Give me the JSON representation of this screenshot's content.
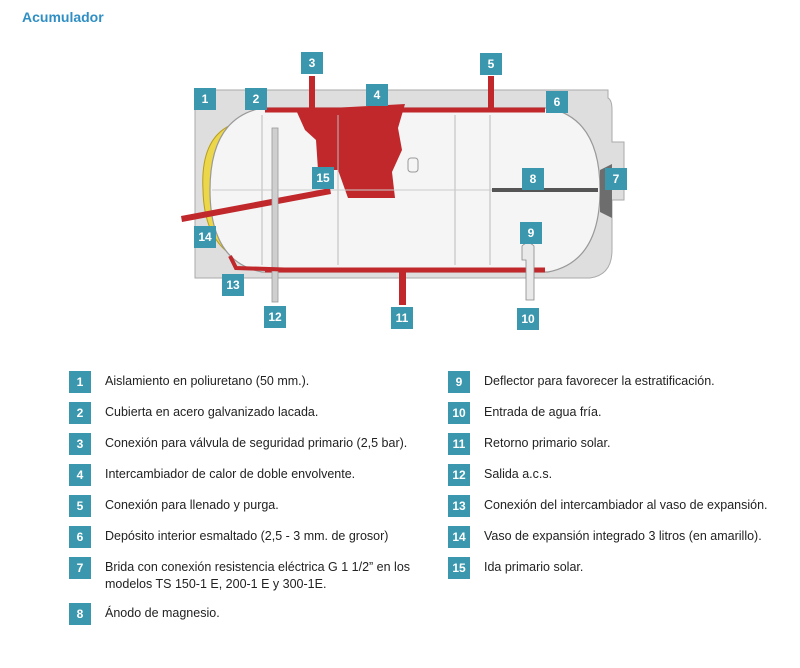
{
  "page": {
    "title": "Acumulador"
  },
  "colors": {
    "badge": "#3b97ad",
    "title": "#2f8fc4",
    "exchanger": "#c0282c",
    "insulation": "#dcdcdc",
    "expansion_vessel": "#ecd64a"
  },
  "diagram": {
    "callouts": [
      "1",
      "2",
      "3",
      "4",
      "5",
      "6",
      "7",
      "8",
      "9",
      "10",
      "11",
      "12",
      "13",
      "14",
      "15"
    ]
  },
  "legend": {
    "left": [
      {
        "number": "1",
        "text": "Aislamiento en poliuretano (50 mm.)."
      },
      {
        "number": "2",
        "text": "Cubierta en acero galvanizado lacada."
      },
      {
        "number": "3",
        "text": "Conexión para válvula de seguridad primario (2,5 bar)."
      },
      {
        "number": "4",
        "text": "Intercambiador de calor de doble envolvente."
      },
      {
        "number": "5",
        "text": "Conexión para llenado y purga."
      },
      {
        "number": "6",
        "text": "Depósito interior esmaltado (2,5 - 3 mm. de grosor)"
      },
      {
        "number": "7",
        "text": "Brida con conexión resistencia eléctrica G 1 1/2” en los modelos TS 150-1 E, 200-1 E y 300-1E."
      },
      {
        "number": "8",
        "text": "Ánodo de magnesio."
      }
    ],
    "right": [
      {
        "number": "9",
        "text": "Deflector para favorecer la estratificación."
      },
      {
        "number": "10",
        "text": "Entrada de agua fría."
      },
      {
        "number": "11",
        "text": "Retorno primario solar."
      },
      {
        "number": "12",
        "text": "Salida a.c.s."
      },
      {
        "number": "13",
        "text": "Conexión del intercambiador al vaso de expansión."
      },
      {
        "number": "14",
        "text": "Vaso de expansión integrado 3 litros (en amarillo)."
      },
      {
        "number": "15",
        "text": "Ida primario solar."
      }
    ]
  }
}
